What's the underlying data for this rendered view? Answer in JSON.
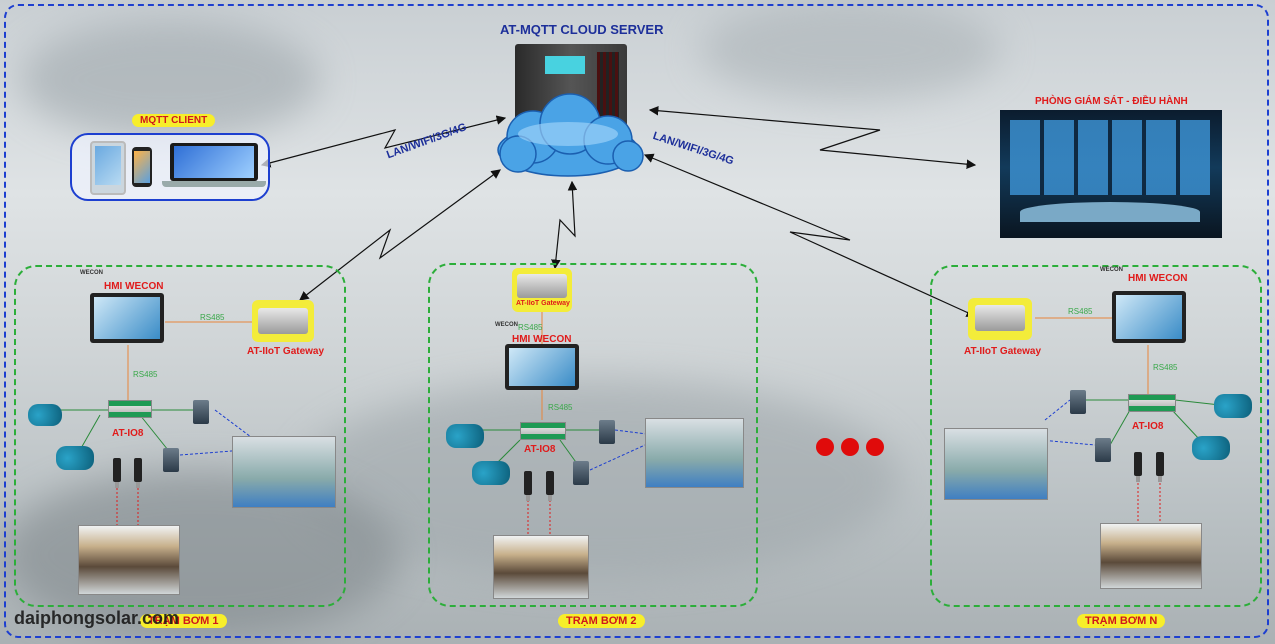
{
  "server": {
    "title": "AT-MQTT CLOUD SERVER"
  },
  "client": {
    "label": "MQTT CLIENT"
  },
  "control_room": {
    "label": "PHÒNG GIÁM SÁT - ĐIỀU HÀNH"
  },
  "links": {
    "left": "LAN/WIFI/3G/4G",
    "right": "LAN/WIFI/3G/4G"
  },
  "station1": {
    "hmi": "HMI WECON",
    "gateway": "AT-IIoT Gateway",
    "io": "AT-IO8",
    "rs485_a": "RS485",
    "rs485_b": "RS485",
    "name": "TRẠM BƠM 1"
  },
  "station2": {
    "hmi": "HMI WECON",
    "gateway": "AT-IIoT Gateway",
    "io": "AT-IO8",
    "rs485_a": "RS485",
    "name": "TRẠM BƠM 2"
  },
  "station3": {
    "hmi": "HMI WECON",
    "gateway": "AT-IIoT Gateway",
    "io": "AT-IO8",
    "rs485_a": "RS485",
    "rs485_b": "RS485",
    "name": "TRẠM BƠM N"
  },
  "brand_logo": "WECON",
  "watermark": "daiphongsolar.com",
  "colors": {
    "border_blue": "#1d3fd0",
    "station_green": "#2cae3a",
    "highlight_yellow": "#f7ee2a",
    "label_red": "#e01b1b",
    "label_blue": "#1d2f9a"
  }
}
